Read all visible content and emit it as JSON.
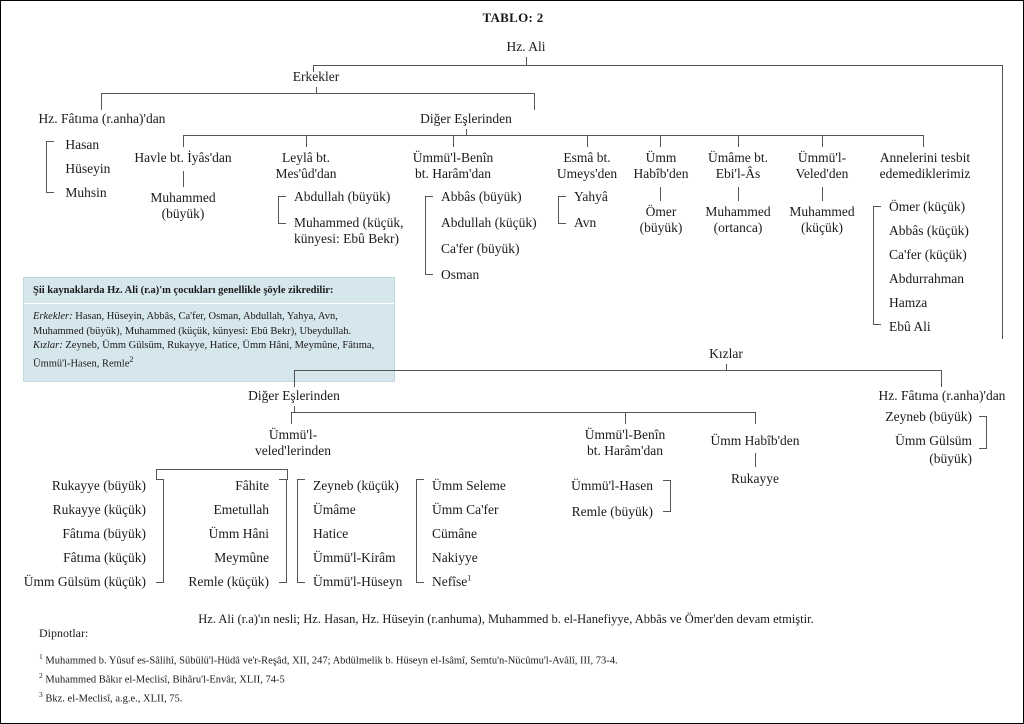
{
  "title": "TABLO: 2",
  "root": {
    "label": "Hz. Ali"
  },
  "sons_branch": {
    "label": "Erkekler",
    "fatima": {
      "label": "Hz. Fâtıma (r.anha)'dan",
      "children": [
        "Hasan",
        "Hüseyin",
        "Muhsin"
      ]
    },
    "others_label": "Diğer Eşlerinden",
    "wives": [
      {
        "label_lines": [
          "Havle bt. İyâs'dan"
        ],
        "children": [
          "Muhammed",
          "(büyük)"
        ],
        "style": "single"
      },
      {
        "label_lines": [
          "Leylâ bt.",
          "Mes'ûd'dan"
        ],
        "children": [
          "Abdullah (büyük)",
          "Muhammed (küçük,",
          "künyesi: Ebû Bekr)"
        ],
        "style": "list2"
      },
      {
        "label_lines": [
          "Ümmü'l-Benîn",
          "bt. Harâm'dan"
        ],
        "children": [
          "Abbâs (büyük)",
          "Abdullah (küçük)",
          "Ca'fer (büyük)",
          "Osman"
        ],
        "style": "list"
      },
      {
        "label_lines": [
          "Esmâ bt.",
          "Umeys'den"
        ],
        "children": [
          "Yahyâ",
          "Avn"
        ],
        "style": "list"
      },
      {
        "label_lines": [
          "Ümm",
          "Habîb'den"
        ],
        "children": [
          "Ömer",
          "(büyük)"
        ],
        "style": "single"
      },
      {
        "label_lines": [
          "Ümâme bt.",
          "Ebi'l-Âs"
        ],
        "children": [
          "Muhammed",
          "(ortanca)"
        ],
        "style": "single"
      },
      {
        "label_lines": [
          "Ümmü'l-",
          "Veled'den"
        ],
        "children": [
          "Muhammed",
          "(küçük)"
        ],
        "style": "single"
      },
      {
        "label_lines": [
          "Annelerini tesbit",
          "edemediklerimiz"
        ],
        "children": [
          "Ömer (küçük)",
          "Abbâs (küçük)",
          "Ca'fer (küçük)",
          "Abdurrahman",
          "Hamza",
          "Ebû Ali"
        ],
        "style": "list"
      }
    ]
  },
  "daughters_branch": {
    "label": "Kızlar",
    "others_label": "Diğer Eşlerinden",
    "fatima_label": "Hz. Fâtıma (r.anha)'dan",
    "fatima_children": [
      "Zeyneb (büyük)",
      "Ümm Gülsüm",
      "(büyük)"
    ],
    "ummulveled": {
      "label_lines": [
        "Ümmü'l-",
        "veled'lerinden"
      ],
      "col1": [
        "Rukayye (büyük)",
        "Rukayye (küçük)",
        "Fâtıma (büyük)",
        "Fâtıma (küçük)",
        "Ümm Gülsüm (küçük)"
      ],
      "col2": [
        "Fâhite",
        "Emetullah",
        "Ümm Hâni",
        "Meymûne",
        "Remle (küçük)"
      ],
      "col3": [
        "Zeyneb (küçük)",
        "Ümâme",
        "Hatice",
        "Ümmü'l-Kirâm",
        "Ümmü'l-Hüseyn"
      ],
      "col4": [
        "Ümm Seleme",
        "Ümm Ca'fer",
        "Cümâne",
        "Nakiyye",
        "Nefîse"
      ],
      "col4_last_sup": "1"
    },
    "ummulbenin": {
      "label_lines": [
        "Ümmü'l-Benîn",
        "bt. Harâm'dan"
      ],
      "children": [
        "Ümmü'l-Hasen",
        "Remle (büyük)"
      ]
    },
    "ummhabib": {
      "label_lines": [
        "Ümm Habîb'den"
      ],
      "children": [
        "Rukayye"
      ]
    }
  },
  "shii_box": {
    "heading": "Şii kaynaklarda Hz. Ali (r.a)'ın çocukları genellikle şöyle zikredilir:",
    "erkekler_label": "Erkekler:",
    "erkekler_text": " Hasan, Hüseyin, Abbâs, Ca'fer, Osman, Abdullah, Yahya, Avn, Muhammed (büyük), Muhammed (küçük, künyesi: Ebû Bekr), Ubeydullah.",
    "kizlar_label": "Kızlar:",
    "kizlar_text": " Zeyneb, Ümm Gülsüm, Rukayye, Hatice, Ümm Hâni, Meymûne, Fâtıma, Ümmü'l-Hasen, Remle",
    "kizlar_sup": "2"
  },
  "nesil_note": "Hz. Ali (r.a)'ın nesli; Hz. Hasan, Hz. Hüseyin (r.anhuma), Muhammed b. el-Hanefiyye, Abbâs ve Ömer'den devam etmiştir.",
  "footnotes_label": "Dipnotlar:",
  "footnotes": [
    {
      "num": "1",
      "text": "Muhammed b. Yûsuf es-Sâlihî, Sübülü'l-Hüdâ ve'r-Reşâd, XII, 247; Abdülmelik b. Hüseyn el-Isâmî, Semtu'n-Nücûmu'l-Avâlî, III, 73-4."
    },
    {
      "num": "2",
      "text": "Muhammed Bâkır el-Meclisî, Bihâru'l-Envâr, XLII, 74-5"
    },
    {
      "num": "3",
      "text": "Bkz. el-Meclisî, a.g.e., XLII, 75."
    }
  ],
  "colors": {
    "box_bg": "#d6e6ed",
    "line": "#555555",
    "text": "#1a1a1a"
  }
}
